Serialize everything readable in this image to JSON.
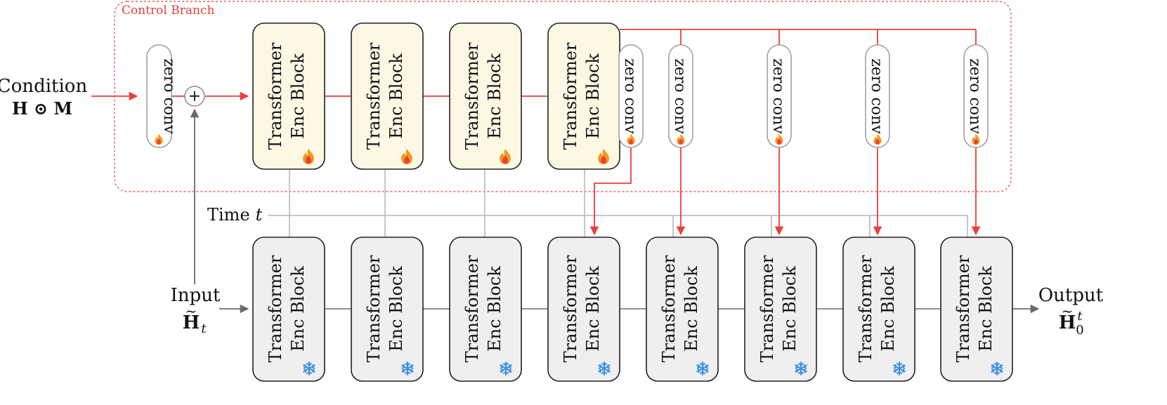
{
  "control_branch": {
    "title": "Control Branch",
    "input_label_line1": "Condition",
    "input_label_line2": "H ⊙ M",
    "zero_conv_label": "zero conv",
    "plus_symbol": "+",
    "block_line1": "Transformer",
    "block_line2": "Enc Block",
    "trainable_icon": "fire-icon",
    "block_count": 4,
    "output_zero_conv_count": 5
  },
  "main_branch": {
    "input_label_line1": "Input",
    "input_label_main": "H",
    "input_label_sub": "t",
    "time_label": "Time",
    "time_var": "t",
    "output_label_line1": "Output",
    "output_label_main": "H",
    "output_label_sub": "0",
    "output_label_sup": "t",
    "block_line1": "Transformer",
    "block_line2": "Enc Block",
    "frozen_icon": "snowflake-icon",
    "block_count": 8
  },
  "colors": {
    "control": "#e8403a",
    "main_arrow": "#6b6b6b",
    "time_line": "#b5b5b5",
    "trainable_fill": "#fdf8e4",
    "frozen_fill": "#efefef",
    "snowflake": "#3b8fe8",
    "fire": "#f29a1f"
  }
}
